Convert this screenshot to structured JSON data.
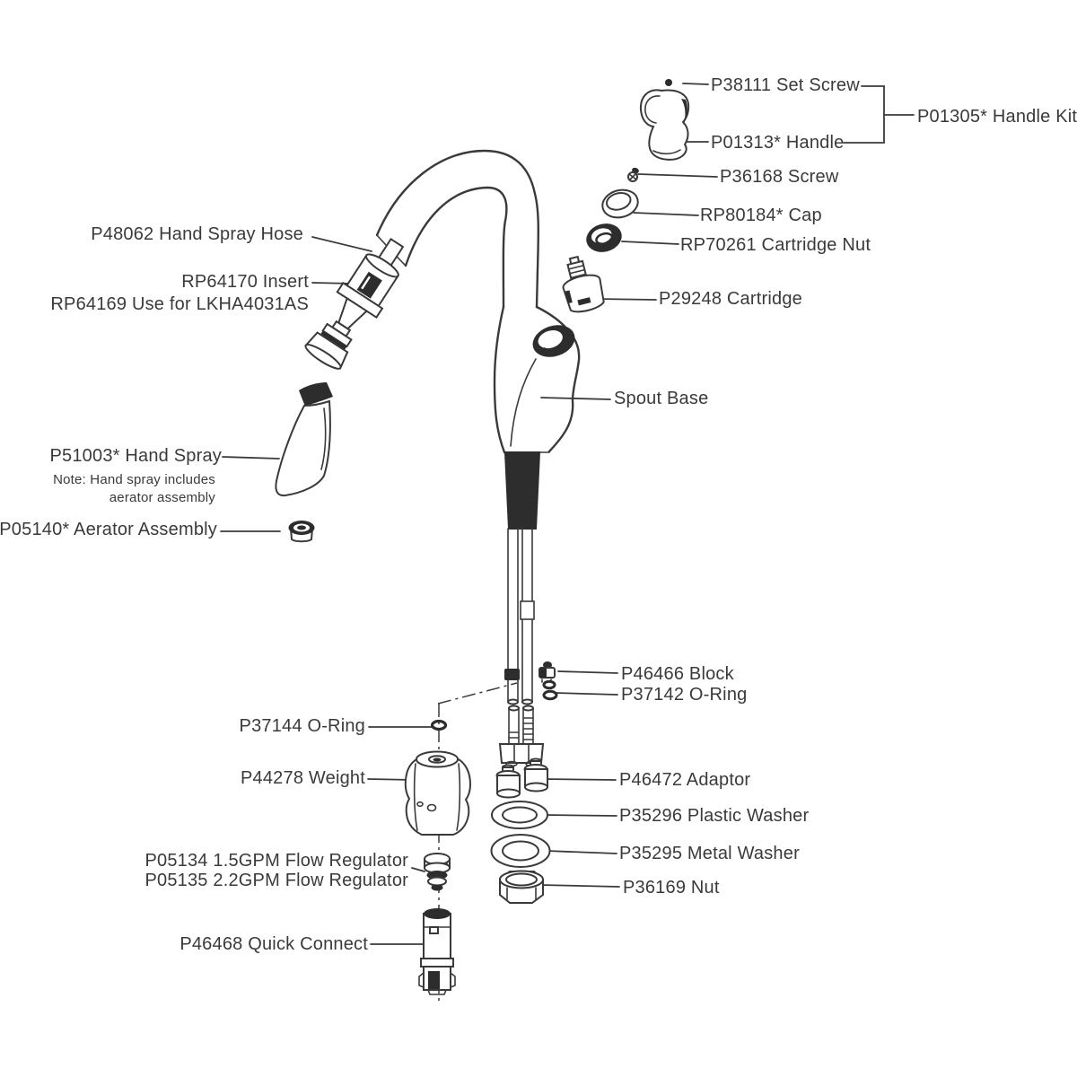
{
  "diagram": {
    "type": "exploded-parts-diagram",
    "subject": "pull-down kitchen faucet",
    "line_color": "#3a3a3a",
    "dark_fill": "#2d2d2d",
    "parts": {
      "set_screw": "P38111 Set Screw",
      "handle_kit": "P01305* Handle Kit",
      "handle": "P01313* Handle",
      "screw": "P36168 Screw",
      "cap": "RP80184* Cap",
      "cartridge_nut": "RP70261 Cartridge Nut",
      "cartridge": "P29248 Cartridge",
      "hand_spray_hose": "P48062 Hand Spray Hose",
      "insert": "RP64170 Insert",
      "insert_alt": "RP64169 Use for LKHA4031AS",
      "spout_base": "Spout Base",
      "hand_spray": "P51003* Hand Spray",
      "hand_spray_note_line1": "Note: Hand spray includes",
      "hand_spray_note_line2": "aerator assembly",
      "aerator_assembly": "P05140* Aerator Assembly",
      "block": "P46466 Block",
      "o_ring_upper": "P37142 O-Ring",
      "o_ring_lower": "P37144 O-Ring",
      "weight": "P44278 Weight",
      "adaptor": "P46472 Adaptor",
      "plastic_washer": "P35296 Plastic Washer",
      "metal_washer": "P35295 Metal Washer",
      "nut": "P36169 Nut",
      "flow_regulator_15": "P05134 1.5GPM Flow Regulator",
      "flow_regulator_22": "P05135 2.2GPM Flow Regulator",
      "quick_connect": "P46468 Quick Connect"
    }
  }
}
